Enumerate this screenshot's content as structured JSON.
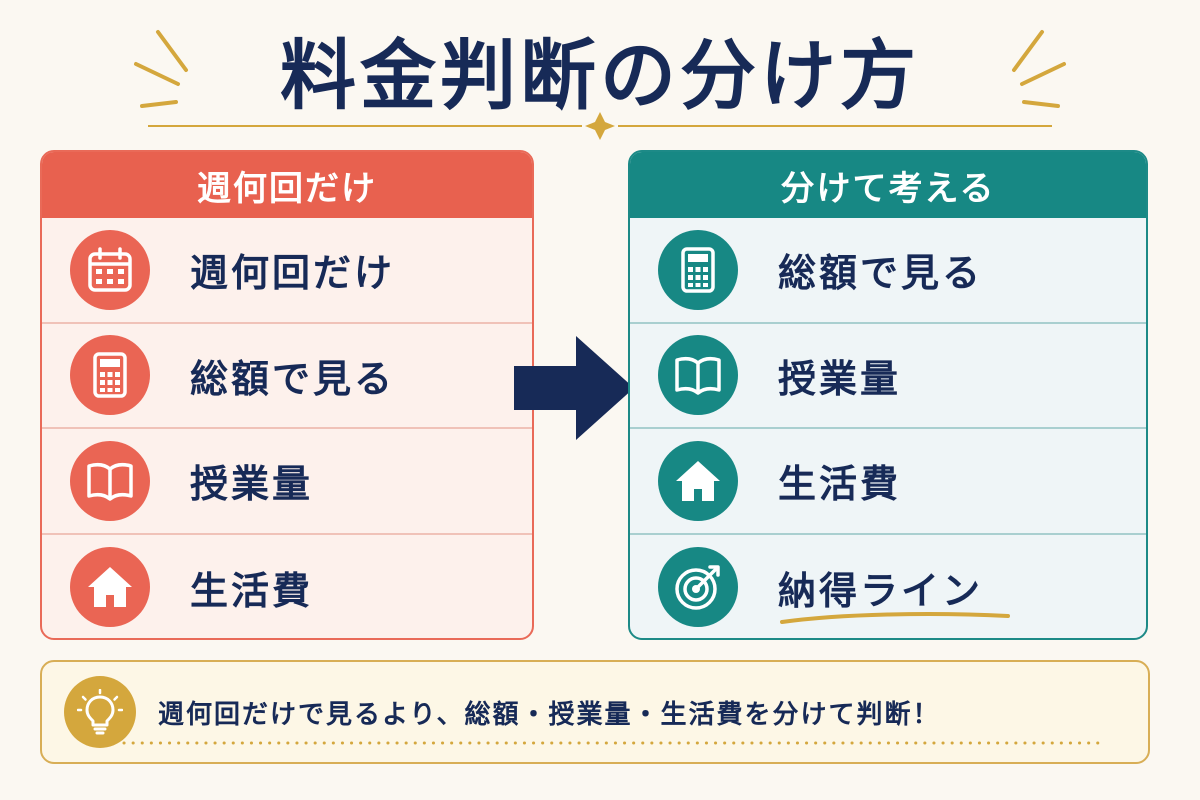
{
  "title": "料金判断の分け方",
  "left_panel": {
    "header": "週何回だけ",
    "items": [
      {
        "label": "週何回だけ",
        "icon": "calendar-icon"
      },
      {
        "label": "総額で見る",
        "icon": "calculator-icon"
      },
      {
        "label": "授業量",
        "icon": "book-icon"
      },
      {
        "label": "生活費",
        "icon": "house-icon"
      }
    ]
  },
  "right_panel": {
    "header": "分けて考える",
    "items": [
      {
        "label": "総額で見る",
        "icon": "calculator-icon"
      },
      {
        "label": "授業量",
        "icon": "book-icon"
      },
      {
        "label": "生活費",
        "icon": "house-icon"
      },
      {
        "label": "納得ライン",
        "icon": "target-icon"
      }
    ]
  },
  "note": {
    "text": "週何回だけで見るより、総額・授業量・生活費を分けて判断！",
    "icon": "lightbulb-icon"
  },
  "colors": {
    "navy": "#172a57",
    "coral": "#e8614f",
    "teal": "#178884",
    "gold": "#d4a73d"
  }
}
